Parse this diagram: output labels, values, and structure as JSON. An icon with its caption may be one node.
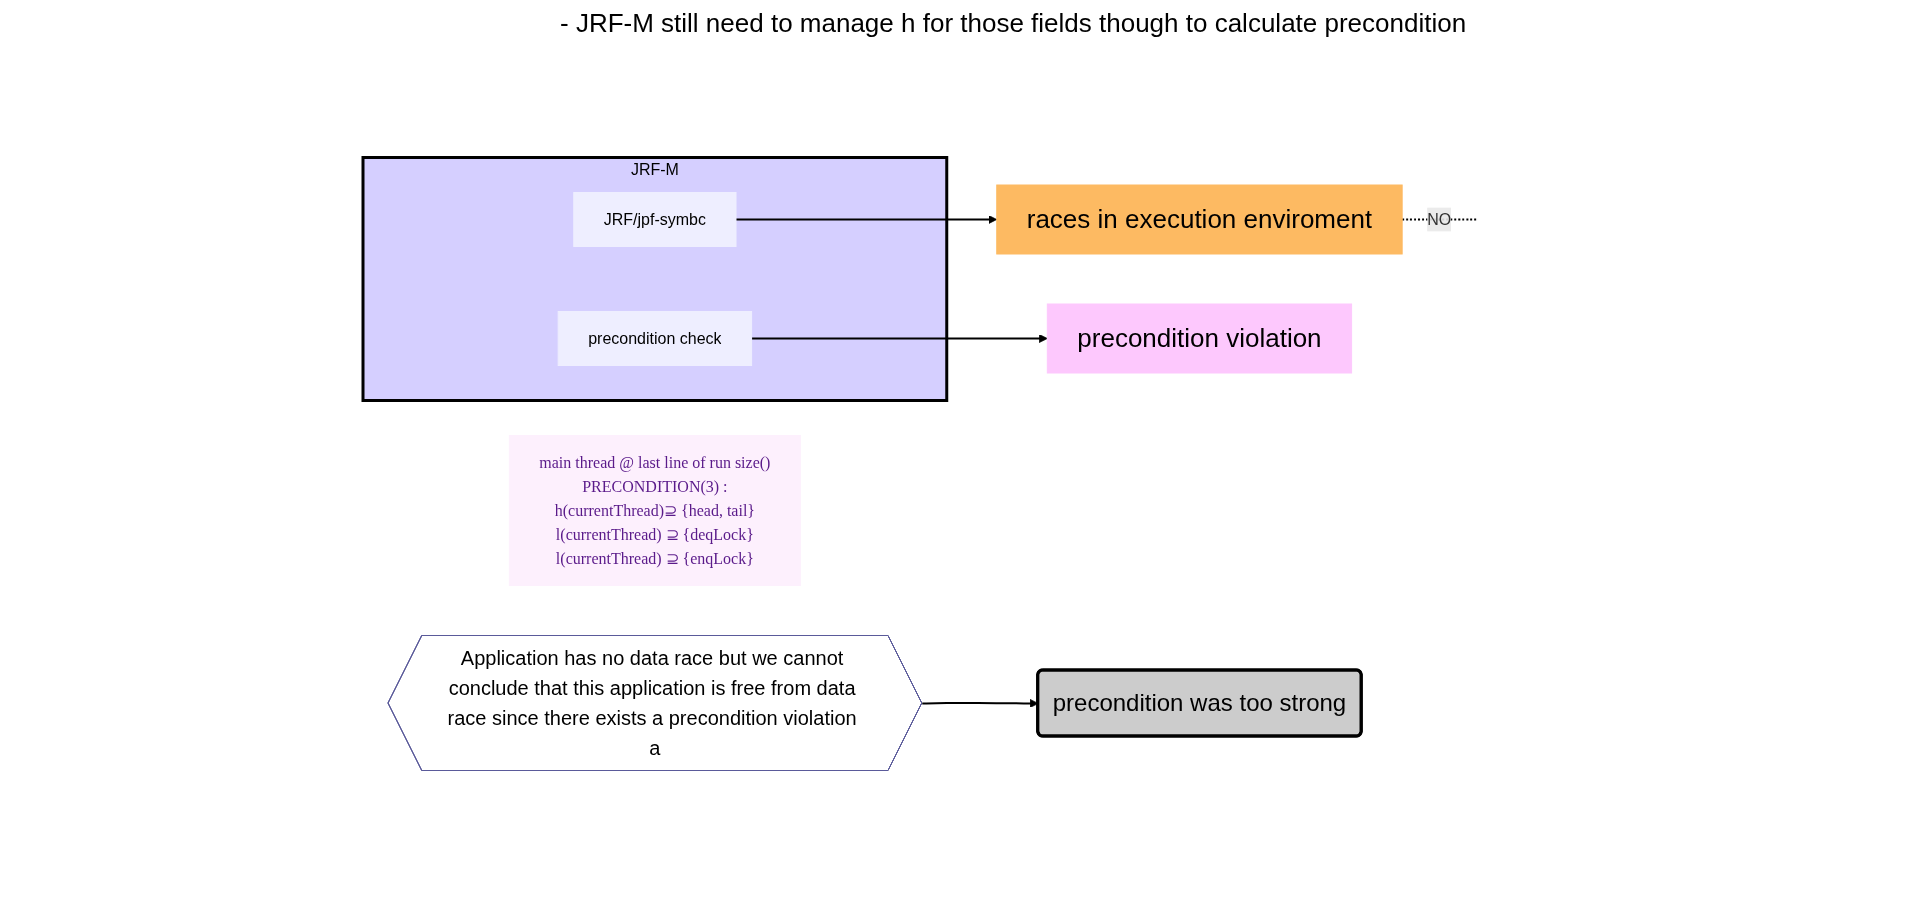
{
  "diagram": {
    "nodes": [
      {
        "text": [
          "JRF-M"
        ]
      },
      {
        "text": [
          "JRF/jpf-symbc"
        ],
        "in": 0
      },
      {
        "text": [
          "precondition check"
        ],
        "in": 0
      },
      {
        "text": [
          "races in execution enviroment"
        ]
      },
      {
        "text": [
          "precondition violation"
        ]
      },
      {
        "text": [
          "Application has no data race but we cannot conclude that this application is free from data race since there exists a precondition violation a"
        ]
      },
      {
        "text": [
          "main thread @ last line of run size()",
          "PRECONDITION(3) :",
          "h(currentThread)⊇ {head, tail}",
          "l(currentThread) ⊇ {deqLock}",
          "l(currentThread) ⊇ {enqLock}"
        ]
      },
      {
        "text": [
          "precondition was too strong"
        ]
      }
    ],
    "edges": [
      {
        "from": 1,
        "to": 3,
        "arrow": "to"
      },
      {
        "from": 2,
        "to": 4,
        "arrow": "to"
      },
      {
        "from": 3,
        "to": null,
        "arrow": "none",
        "label": "NO",
        "style": "dashed"
      },
      {
        "from": 5,
        "to": 7,
        "arrow": "to"
      }
    ],
    "labels": [
      "- JRF-M still need to manage h for those fields though to calculate precondition"
    ]
  }
}
